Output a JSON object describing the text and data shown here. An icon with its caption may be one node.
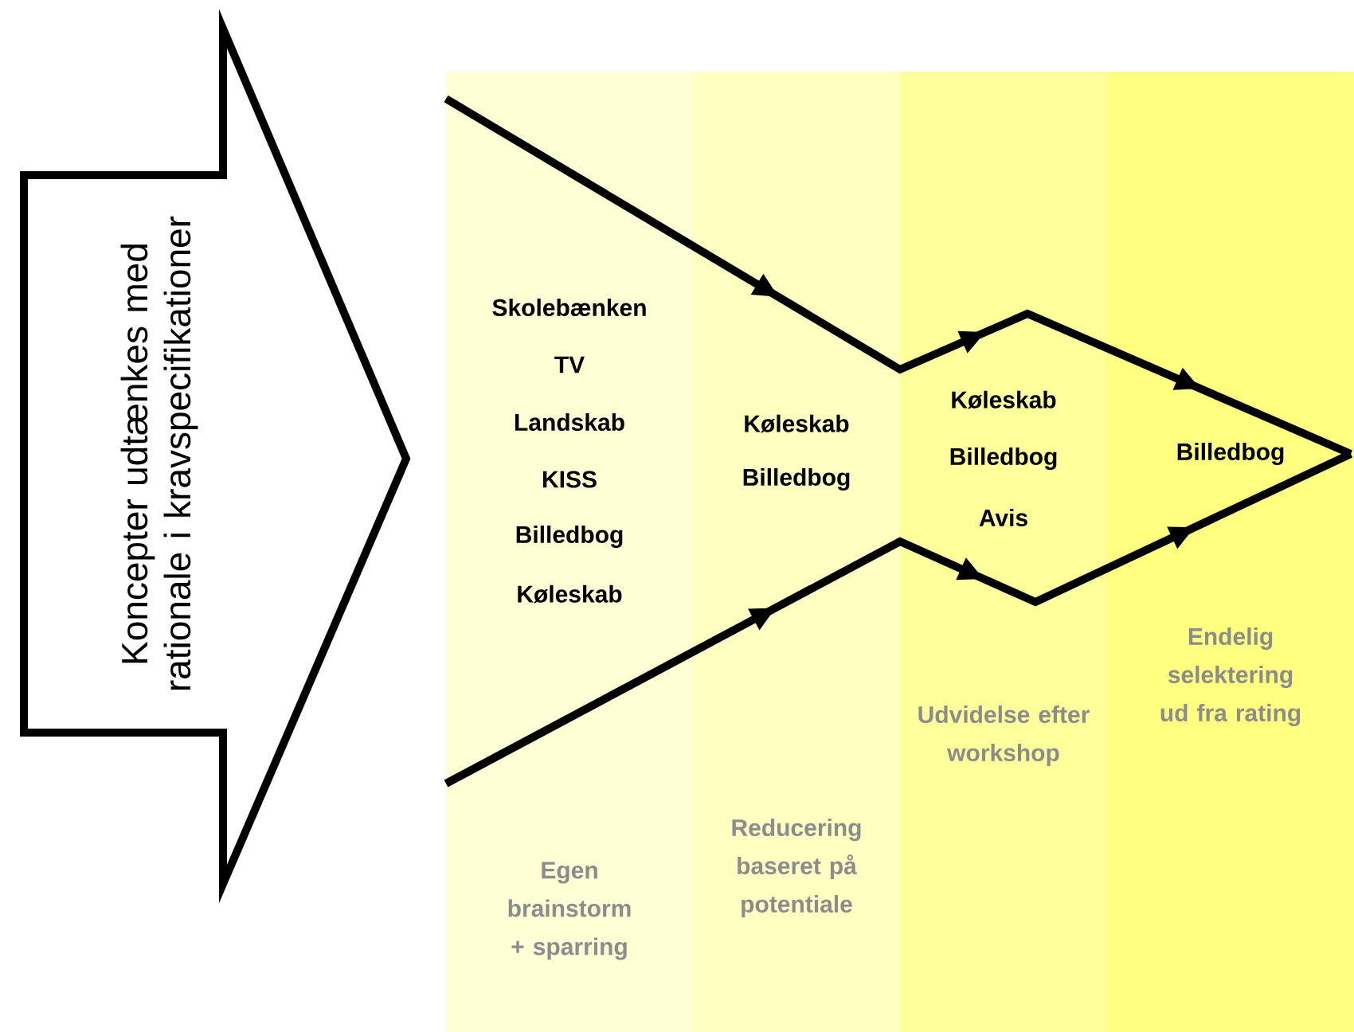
{
  "diagram": {
    "nodes": [
      {
        "text": [
          "Koncepter udtænkes med rationale i kravspecifikationer"
        ]
      },
      {
        "text": [
          "Skolebænken",
          "TV",
          "Landskab",
          "KISS",
          "Billedbog",
          "Køleskab",
          "Egen brainstorm + sparring"
        ]
      },
      {
        "text": [
          "Køleskab",
          "Billedbog",
          "Reducering baseret på potentiale"
        ]
      },
      {
        "text": [
          "Køleskab",
          "Billedbog",
          "Avis",
          "Udvidelse efter workshop"
        ]
      },
      {
        "text": [
          "Billedbog",
          "Endelig selektering ud fra rating"
        ]
      }
    ]
  }
}
